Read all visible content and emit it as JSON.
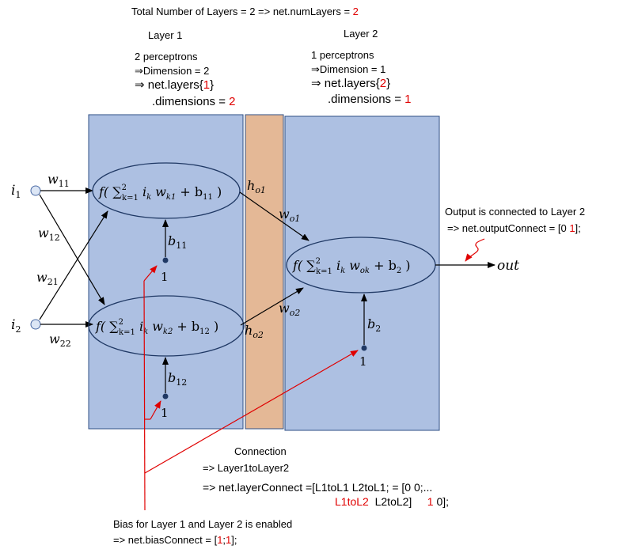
{
  "header": {
    "total_prefix": "Total Number of Layers = 2 => net.numLayers = ",
    "total_value": "2"
  },
  "layer1": {
    "title": "Layer 1",
    "perceptrons": "2 perceptrons",
    "dimension": "⇒Dimension = 2",
    "layers_prefix": "⇒ net.layers{",
    "layers_index": "1",
    "layers_suffix": "}",
    "dims_prefix": ".dimensions = ",
    "dims_value": "2"
  },
  "layer2": {
    "title": "Layer 2",
    "perceptrons": "1 perceptrons",
    "dimension": "⇒Dimension = 1",
    "layers_prefix": "⇒ net.layers{",
    "layers_index": "2",
    "layers_suffix": "}",
    "dims_prefix": ".dimensions = ",
    "dims_value": "1"
  },
  "inputs": {
    "i1": "i",
    "i1_sub": "1",
    "i2": "i",
    "i2_sub": "2"
  },
  "weights": {
    "w": "w",
    "w11": "11",
    "w12": "12",
    "w21": "21",
    "w22": "22",
    "wo1": "o1",
    "wo2": "o2"
  },
  "neurons": {
    "n1": {
      "f": "f( ∑",
      "sup": "2",
      "sub": "k=1",
      "body": " i",
      "bi": "k",
      "w": " w",
      "wsub": "k1",
      "plus": " + b",
      "bsub": "11",
      "close": " )"
    },
    "n2": {
      "f": "f( ∑",
      "sup": "2",
      "sub": "k=1",
      "body": " i",
      "bi": "k",
      "w": " w",
      "wsub": "k2",
      "plus": " + b",
      "bsub": "12",
      "close": " )"
    },
    "out": {
      "f": "f( ∑",
      "sup": "2",
      "sub": "k=1",
      "body": " i",
      "bi": "k",
      "w": " w",
      "wsub": "ok",
      "plus": " + b",
      "bsub": "2",
      "close": " )"
    }
  },
  "hidden": {
    "h": "h",
    "ho1": "o1",
    "ho2": "o2"
  },
  "biases": {
    "b": "b",
    "b11": "11",
    "b12": "12",
    "b2": "2",
    "one": "1"
  },
  "output": {
    "label": "out",
    "note": "Output is connected to Layer 2",
    "code_prefix": "=> net.outputConnect = [0 ",
    "code_value": "1",
    "code_suffix": "];"
  },
  "connection": {
    "title": "Connection",
    "subtitle": "=> Layer1toLayer2",
    "line1": "=> net.layerConnect =[L1toL1  L2toL1; = [0 0;...",
    "line2_red": "L1toL2",
    "line2_mid": "  L2toL2]     ",
    "line2_red_val": "1",
    "line2_end": " 0];"
  },
  "bias_note": {
    "title": "Bias for Layer 1 and Layer 2 is enabled",
    "code_prefix": "=> net.biasConnect = [",
    "v1": "1",
    "sep": ";",
    "v2": "1",
    "code_suffix": "];"
  },
  "colors": {
    "layer_fill": "#adc0e2",
    "layer_stroke": "#2f4f86",
    "connection_fill": "#e4b896",
    "ellipse_stroke": "#1f3864",
    "highlight": "#e00000",
    "text": "#000000",
    "input_fill": "#dce6f5"
  },
  "icons": {
    "arrow": "arrow-icon",
    "input_node": "input-node-icon",
    "bias_dot": "bias-dot-icon"
  }
}
